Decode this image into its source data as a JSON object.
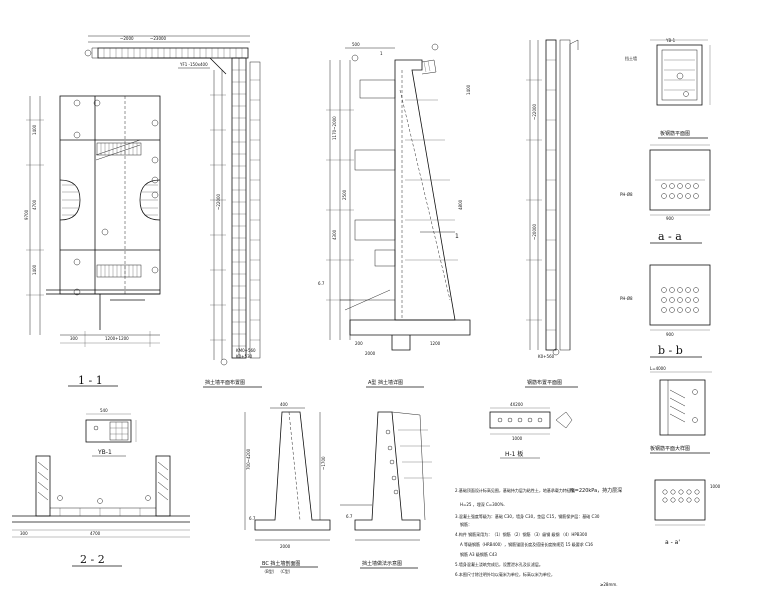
{
  "section_1_1": {
    "caption": "1 - 1"
  },
  "retaining_plan": {
    "title": "挡土墙平面布置图"
  },
  "wall_ab": {
    "title": "A型 挡土墙详图",
    "marker": "1"
  },
  "wall_plan": {
    "title": "钢筋布置平面图"
  },
  "side_details": {
    "yb1_title": "YB-1",
    "plan_title": "板钢筋平面图",
    "aa_caption": "a - a",
    "bb_caption": "b - b",
    "bottom_title": "板钢筋平面大样图",
    "bottom_caption": "a - a'",
    "label_wall": "挡土墙"
  },
  "yb1_small": {
    "caption": "YB-1"
  },
  "section_2_2": {
    "caption": "2 - 2"
  },
  "bc_wall": {
    "title": "BC 挡土墙剖面图",
    "subtitle": "（B型）  （C型）"
  },
  "retaining_detail": {
    "title": "挡土墙做法示意图"
  },
  "h1_detail": {
    "caption": "H-1 板"
  },
  "notes": {
    "items": [
      "2.基础顶面设计标高见图，基础持力层为粘性土，地基承载力特征值",
      "fk=220kPa ，持力层深",
      "H=25  ，埋深 C=300%.",
      "3.混凝土强度等级为：基础 C30，墙身 C30，垫层 C15，钢筋保护层：基础 C30",
      "钢筋：",
      "4.构件 钢筋采用为：（1）钢筋  （2）钢筋 （3）级钢  级钢 （4）HPB300",
      "A 等级钢筋（HRB400），钢筋锚固长度及搭接长度按规范 15 级要求 C16",
      "钢筋 A3 级钢筋 C43",
      "5.墙身混凝土浇筑完成后，设置泄水孔及反滤层。",
      "6.本图尺寸除注明外均以毫米为单位，标高以米为单位，",
      "≥28mm."
    ],
    "right_value": "fk=220kPa，持力层深"
  }
}
